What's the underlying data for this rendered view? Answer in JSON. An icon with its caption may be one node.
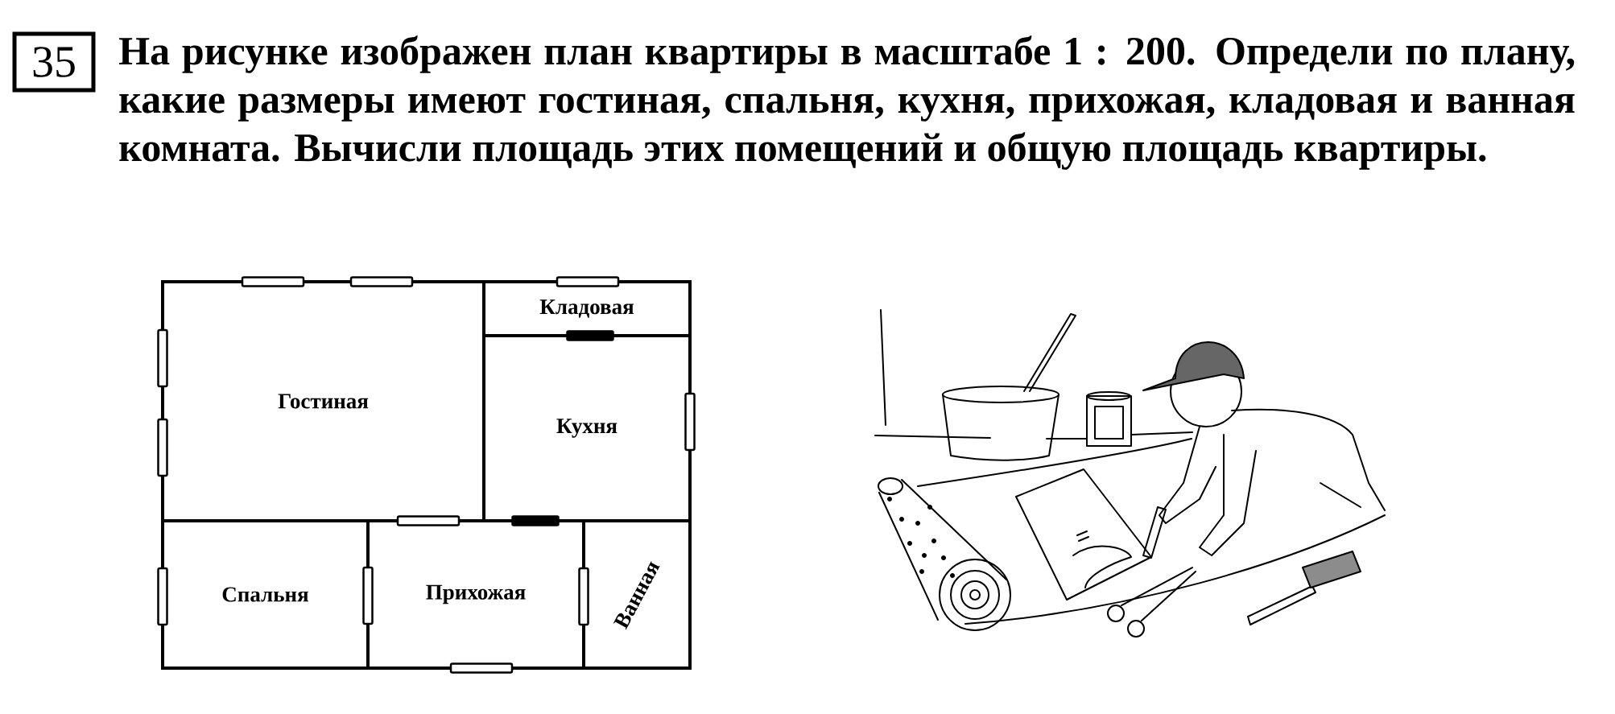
{
  "diagram": {
    "nodes": [
      {
        "text": [
          "35"
        ]
      },
      {
        "text": [
          "Гостиная"
        ]
      },
      {
        "text": [
          "Кладовая"
        ]
      },
      {
        "text": [
          "Кухня"
        ]
      },
      {
        "text": [
          "Спальня"
        ]
      },
      {
        "text": [
          "Прихожая"
        ]
      },
      {
        "text": [
          "Ванная"
        ]
      }
    ],
    "labels": [
      "На рисунке изображен план квартиры в масштабе 1 : 200. Определи по плану, какие размеры имеют гостиная, спальня, кухня, прихожая, кладовая и ванная комната. Вычисли площадь этих помещений и общую площадь квартиры."
    ]
  }
}
